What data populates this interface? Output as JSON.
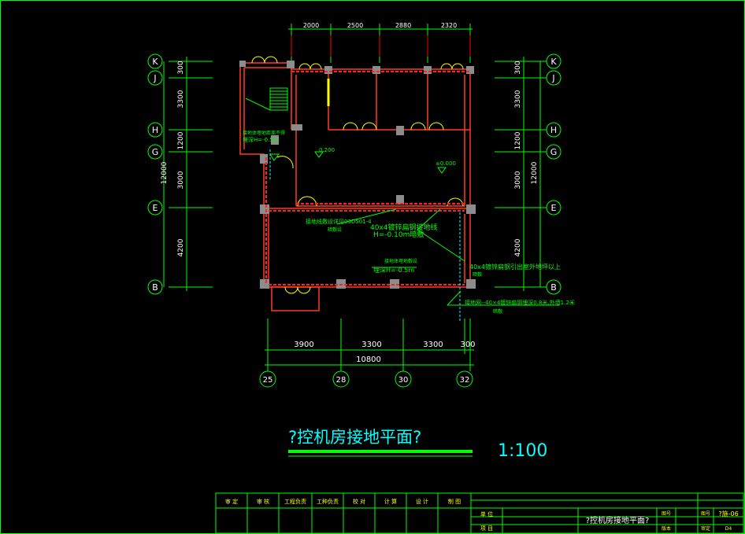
{
  "drawing": {
    "title": "?控机房接地平面?",
    "scale": "1:100"
  },
  "top_dims": [
    "2000",
    "2500",
    "2880",
    "2320"
  ],
  "left_dims": [
    "300",
    "3300",
    "1200",
    "3000",
    "4200"
  ],
  "left_total": "12000",
  "right_dims": [
    "300",
    "3300",
    "1200",
    "3000",
    "4200"
  ],
  "right_total": "12000",
  "bottom_dims": [
    "3900",
    "3300",
    "3300",
    "300"
  ],
  "bottom_total": "10800",
  "axes_rows": [
    "K",
    "J",
    "H",
    "G",
    "E",
    "B"
  ],
  "axes_cols": [
    "25",
    "28",
    "30",
    "32"
  ],
  "annotations": {
    "elev_1": "0.200",
    "elev_2": "±0.000",
    "note_a_1": "接地体埋地距离不得",
    "note_a_2": "埋深H=-0.5m",
    "note_b_1": "接地线敷设详见03D501-4",
    "note_b_2": "暗敷设",
    "note_c_1": "40x4镀锌扁钢接地线",
    "note_c_2": "H=-0.10m暗敷",
    "note_d_1": "接地体埋地敷设",
    "note_d_2": "埋深H=-0.5m",
    "note_e_1": "40x4镀锌扁钢引出室外地坪以上",
    "note_e_2": "暗敷",
    "note_f_1": "接地网--40×4镀锌扁钢埋深0.8米,外墙1.2米",
    "note_f_2": "暗敷"
  },
  "title_block": {
    "roles": [
      "审 定",
      "审 核",
      "工程负责",
      "工种负责",
      "校 对",
      "计 算",
      "设 计",
      "制 图"
    ],
    "unit_label": "单 位",
    "project_label": "项 目",
    "drawing_name": "?控机房接地平面?",
    "label_no": "图号",
    "label_ver": "版本",
    "label_sheet": "图号",
    "sheet_no": "?施-06",
    "label_review": "审定",
    "sheet_sub": "D4"
  },
  "colors": {
    "line": "#00ff00",
    "wall": "#ff3b1f",
    "text_cad": "#00ffff",
    "door": "#ffff00",
    "background": "#000000"
  }
}
